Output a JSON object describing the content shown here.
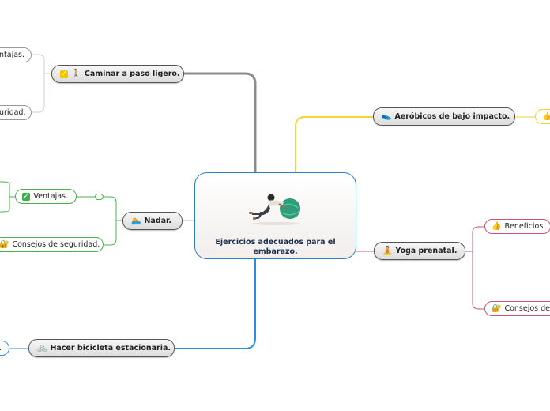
{
  "central": {
    "title": "Ejercicios adecuados para el embarazo.",
    "image": "pregnant-woman-exercise-ball-illustration"
  },
  "colors": {
    "gray_branch": "#8c8c8c",
    "yellow_branch": "#f2d43a",
    "pink_branch": "#c8557e",
    "green_branch": "#4caf50",
    "blue_branch": "#2a8fd8",
    "central_border": "#2a7fc4"
  },
  "branches": {
    "caminar": {
      "label": "Caminar a paso ligero.",
      "icons": [
        "check-box-icon",
        "person-walking-icon"
      ],
      "children": [
        "ntajas.",
        "uridad."
      ]
    },
    "aerobicos": {
      "label": "Aeróbicos de bajo impacto.",
      "icon": "sneaker-icon",
      "children": []
    },
    "nadar": {
      "label": "Nadar.",
      "icon": "swimmer-icon",
      "children": [
        {
          "label": "Ventajas.",
          "icon": "check-mark-icon"
        },
        {
          "label": "Consejos de seguridad.",
          "icon": "lock-icon"
        }
      ]
    },
    "yoga": {
      "label": "Yoga prenatal.",
      "icon": "person-meditating-icon",
      "children": [
        {
          "label": "Beneficios.",
          "icon": "thumbs-up-icon"
        },
        {
          "label": "Consejos de",
          "icon": "lock-icon"
        }
      ]
    },
    "bicicleta": {
      "label": "Hacer bicicleta estacionaria.",
      "icon": "bicycle-icon",
      "children": []
    }
  }
}
